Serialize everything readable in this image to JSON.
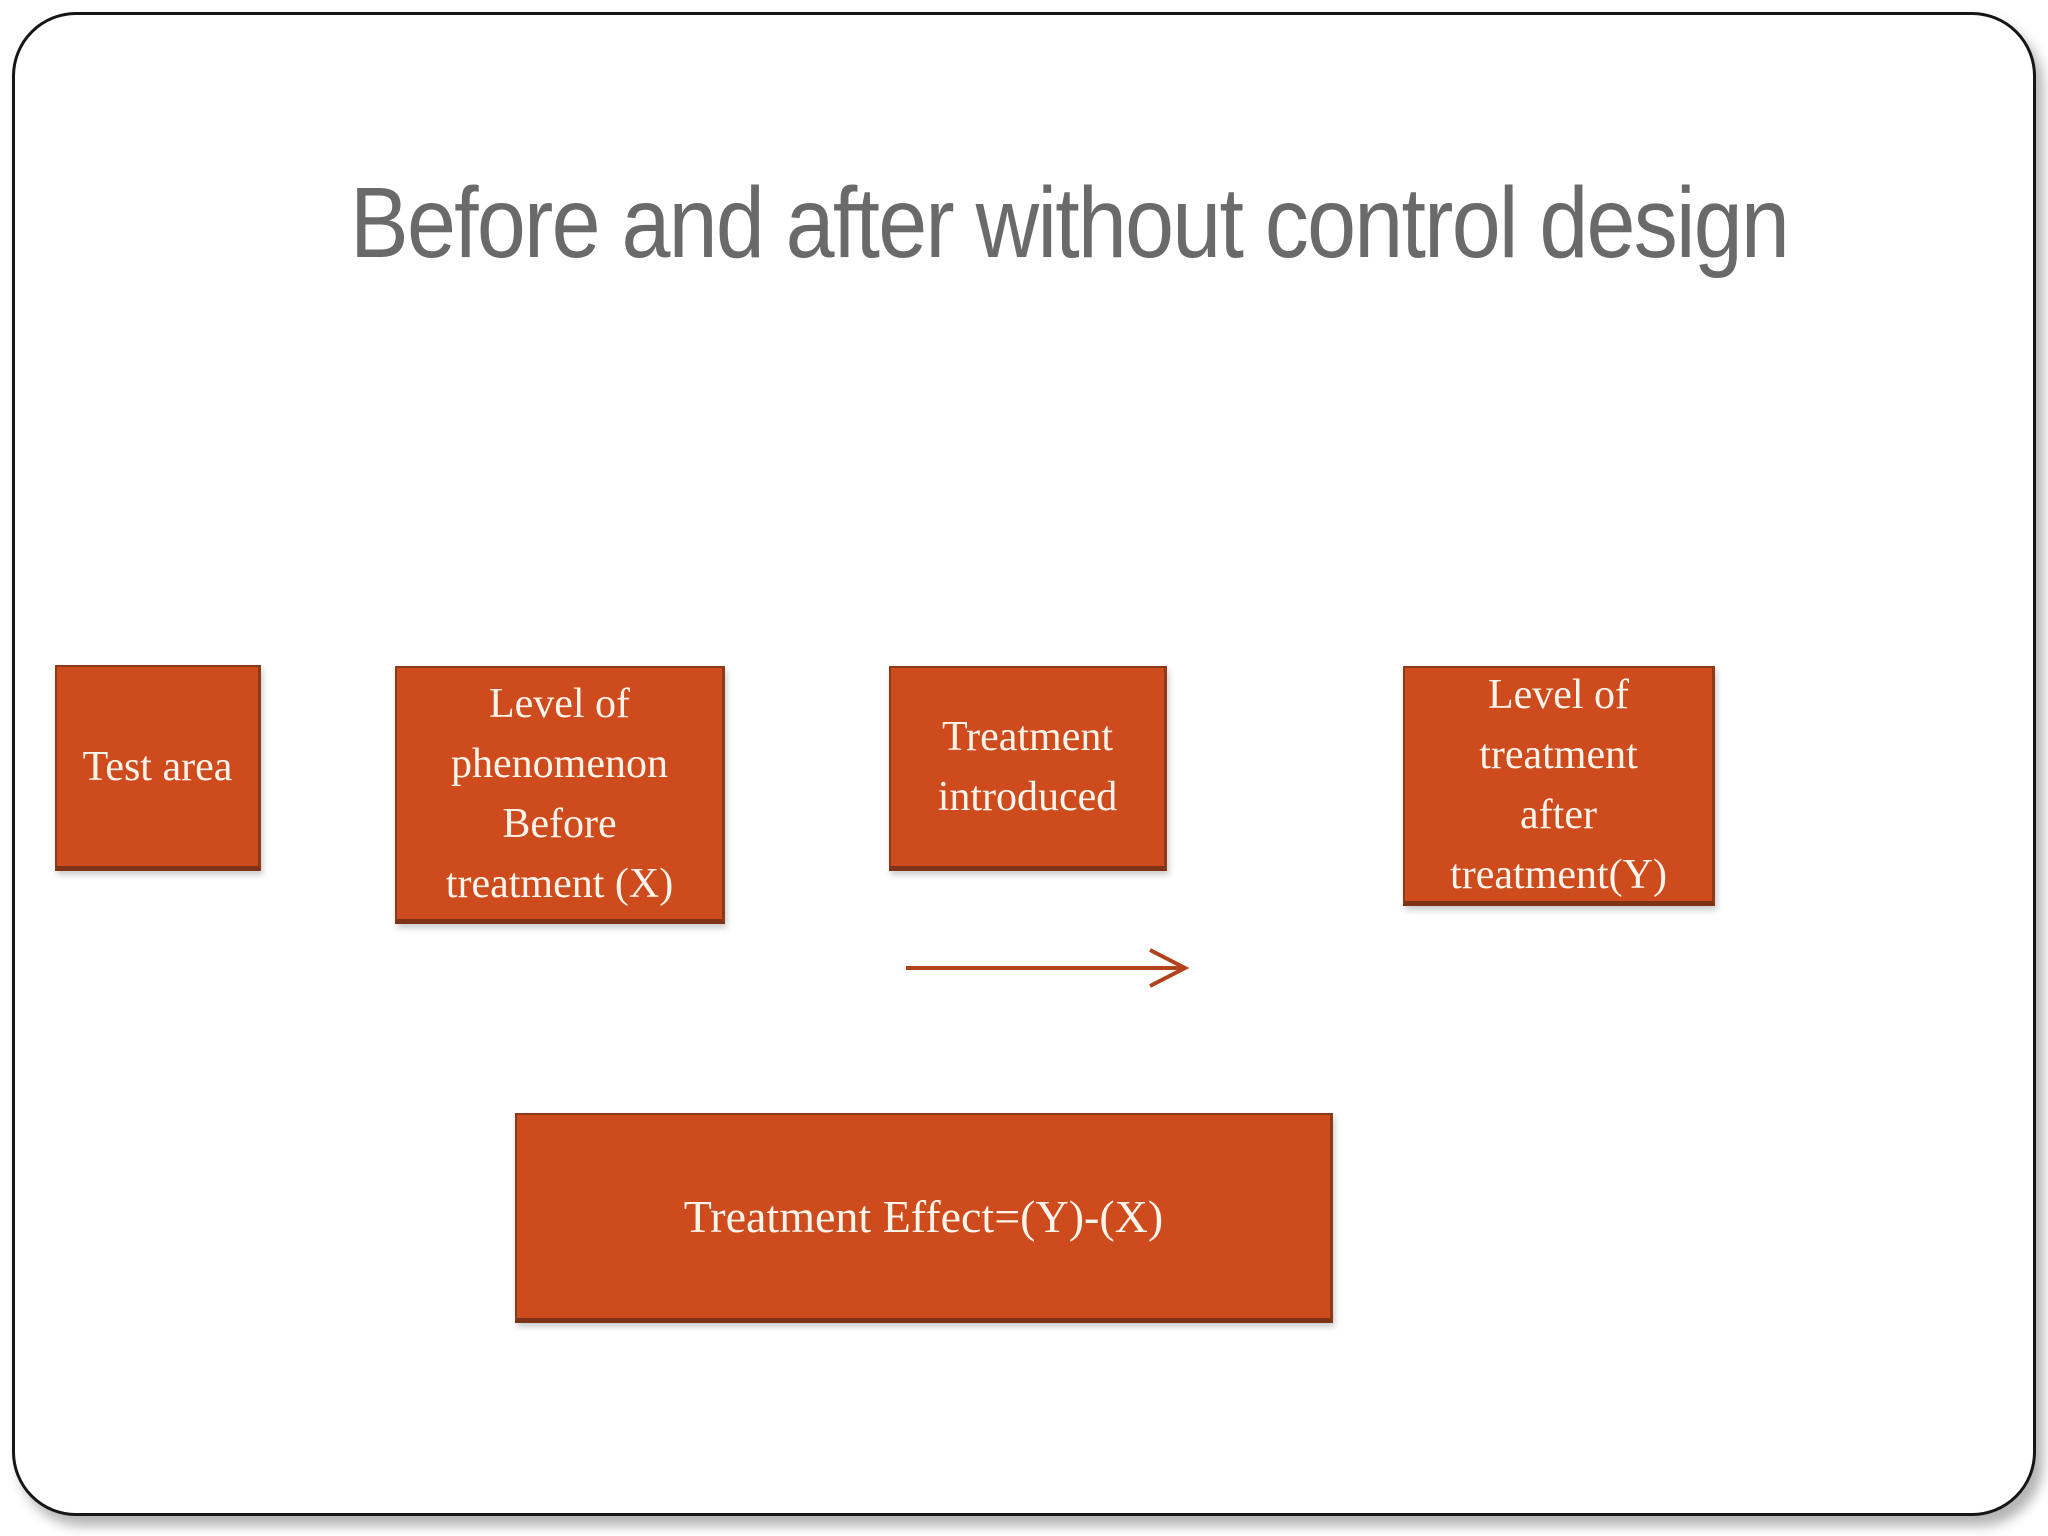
{
  "slide": {
    "title": "Before and after without control design",
    "nodes": [
      {
        "name": "test-area",
        "text": "Test area",
        "lines": [
          "Test area"
        ]
      },
      {
        "name": "level-of-phenomenon-before-treatment",
        "text": "Level of phenomenon Before treatment (X)",
        "lines": [
          "Level of",
          "phenomenon",
          "Before",
          "treatment (X)"
        ]
      },
      {
        "name": "treatment-introduced",
        "text": "Treatment introduced",
        "lines": [
          "Treatment",
          "introduced"
        ]
      },
      {
        "name": "level-of-treatment-after-treatment",
        "text": "Level of treatment after treatment(Y)",
        "lines": [
          "Level of",
          "treatment",
          "after",
          "treatment(Y)"
        ]
      },
      {
        "name": "treatment-effect",
        "text": "Treatment Effect=(Y)-(X)",
        "lines": [
          "Treatment Effect=(Y)-(X)"
        ]
      }
    ],
    "arrow": {
      "direction": "right"
    },
    "colors": {
      "node_fill": "#ce4b1d",
      "node_border": "#8d3a19",
      "node_border_dark": "#7e3316",
      "node_text": "#fdf5ec",
      "title": "#6a6a6a",
      "slide_border": "#161616",
      "arrow": "#b2421a"
    }
  }
}
